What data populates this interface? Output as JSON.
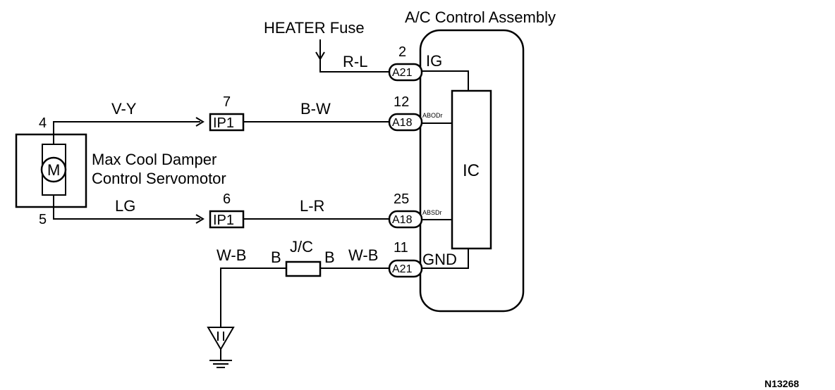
{
  "title": "A/C Control Assembly",
  "fuse_label": "HEATER Fuse",
  "motor": {
    "name_line1": "Max Cool Damper",
    "name_line2": "Control Servomotor",
    "symbol": "M",
    "pin_top": "4",
    "pin_bottom": "5"
  },
  "ic_label": "IC",
  "connectors": {
    "ip1_top": "IP1",
    "ip1_bottom": "IP1",
    "a21_ig": "A21",
    "a18_abodr": "A18",
    "a18_absdr": "A18",
    "a21_gnd": "A21"
  },
  "pins": {
    "ip1_top": "7",
    "ip1_bottom": "6",
    "ig": "2",
    "abodr": "12",
    "absdr": "25",
    "gnd": "11"
  },
  "terminals": {
    "ig": "IG",
    "abodr": "ABODr",
    "absdr": "ABSDr",
    "gnd": "GND"
  },
  "wires": {
    "r_l": "R-L",
    "v_y": "V-Y",
    "b_w": "B-W",
    "lg": "LG",
    "l_r": "L-R",
    "w_b_left": "W-B",
    "w_b_right": "W-B"
  },
  "jc": {
    "label": "J/C",
    "left": "B",
    "right": "B"
  },
  "figure_code": "N13268"
}
